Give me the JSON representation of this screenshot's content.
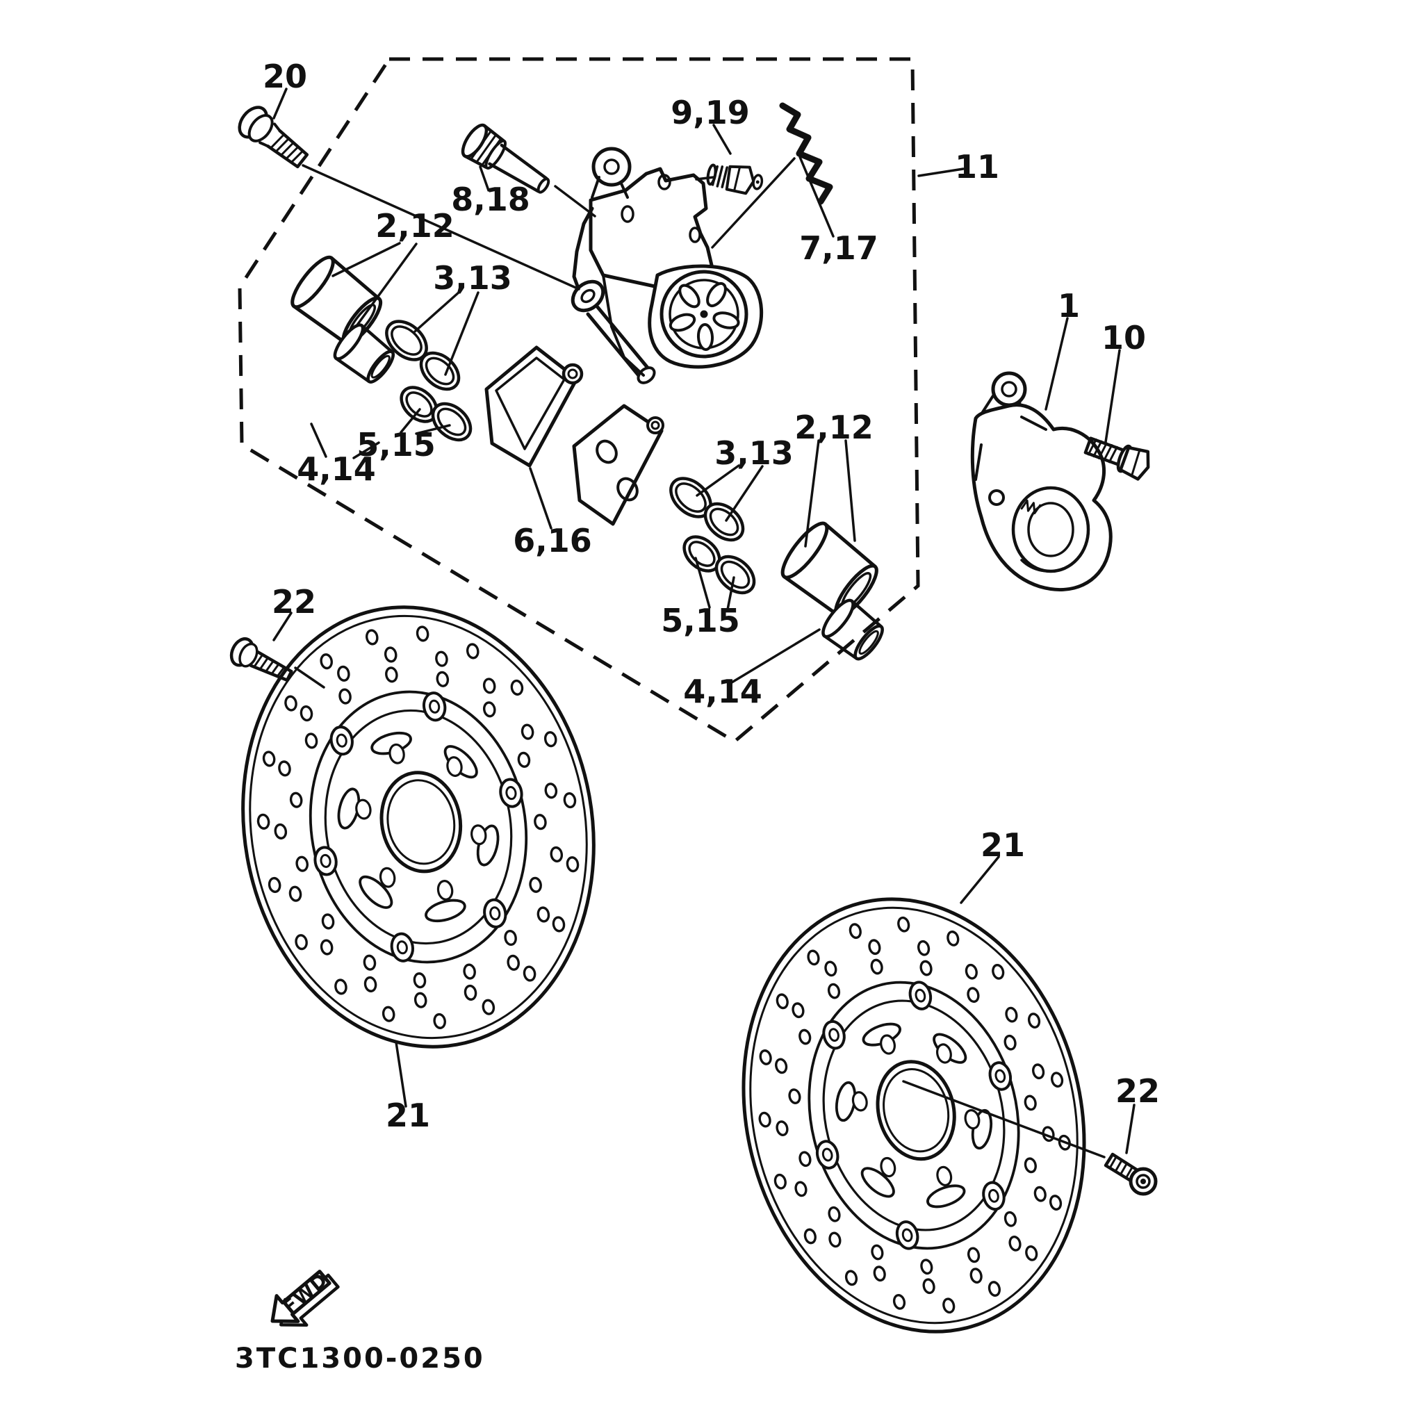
{
  "figure": {
    "drawing_number": "3TC1300-0250",
    "direction_label": "FWD",
    "ink_color": "#111111",
    "paper_color": "#ffffff"
  },
  "callouts": {
    "bolt_20": "20",
    "pin_8_18": "8,18",
    "bleed_screw_9_19": "9,19",
    "pad_spring_7_17": "7,17",
    "caliper_assembly_11": "11",
    "piston_left_2_12": "2,12",
    "seal_left_3_13": "3,13",
    "seal_left_5_15": "5,15",
    "bush_left_4_14": "4,14",
    "brake_pads_6_16": "6,16",
    "piston_right_2_12": "2,12",
    "seal_right_3_13": "3,13",
    "seal_right_5_15": "5,15",
    "bush_right_4_14": "4,14",
    "caliper_1": "1",
    "bolt_10": "10",
    "disc_bolt_left_22": "22",
    "disc_left_21": "21",
    "disc_right_21": "21",
    "disc_bolt_right_22": "22"
  }
}
